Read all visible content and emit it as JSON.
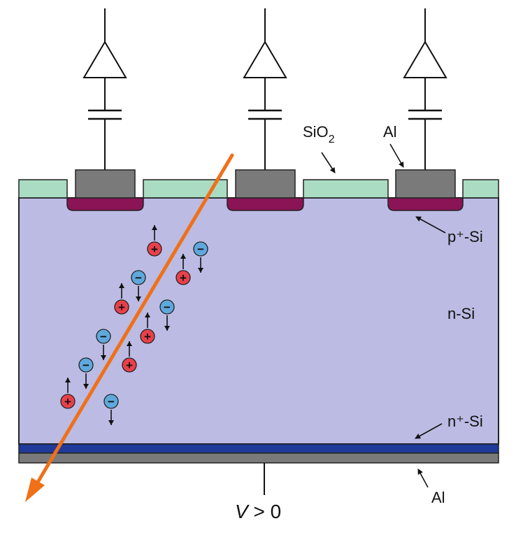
{
  "labels": {
    "sio2_base": "SiO",
    "sio2_sub": "2",
    "al_top": "Al",
    "p_plus_si": "p⁺-Si",
    "n_si": "n-Si",
    "n_plus_si": "n⁺-Si",
    "al_bottom": "Al",
    "voltage_symbol": "V",
    "voltage_condition": " > 0"
  },
  "carriers": {
    "hole_symbol": "+",
    "electron_symbol": "−"
  },
  "colors": {
    "bulk_n_si": "#bbbbe3",
    "oxide": "#a9dcc2",
    "aluminium": "#7a7a7a",
    "p_plus_implant": "#8a1455",
    "n_plus_layer": "#1f3a9a",
    "particle_track": "#f07018",
    "hole": "#e8404a",
    "electron": "#5fa8dc"
  }
}
